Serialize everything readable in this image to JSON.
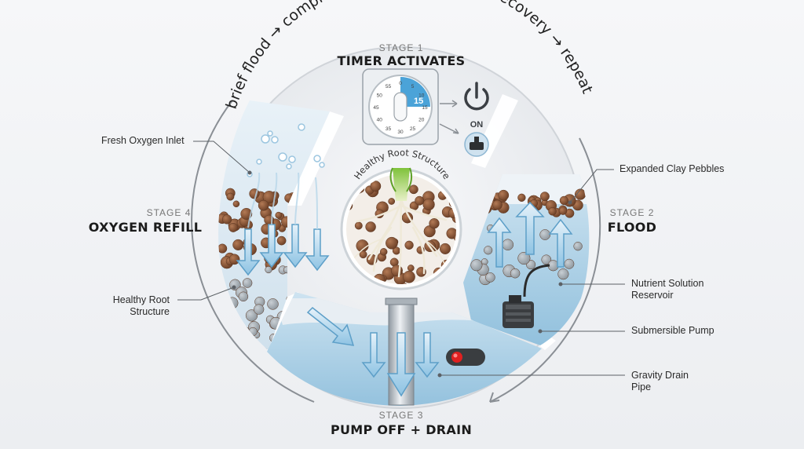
{
  "cycle": {
    "step1": "brief flood",
    "step2": "complete drainage",
    "step3": "oxygen recovery",
    "step4": "repeat"
  },
  "stages": {
    "s1": {
      "num": "STAGE 1",
      "title": "TIMER ACTIVATES"
    },
    "s2": {
      "num": "STAGE 2",
      "title": "FLOOD"
    },
    "s3": {
      "num": "STAGE 3",
      "title": "PUMP OFF + DRAIN"
    },
    "s4": {
      "num": "STAGE 4",
      "title": "OXYGEN REFILL"
    }
  },
  "timer": {
    "value": "15",
    "state": "ON",
    "ticks": [
      "0",
      "5",
      "10",
      "15",
      "20",
      "25",
      "30",
      "35",
      "40",
      "45",
      "50",
      "55"
    ]
  },
  "center": {
    "title": "Healthy Root Structure"
  },
  "labels": {
    "fresh_oxygen": "Fresh Oxygen Inlet",
    "healthy_root_l1": "Healthy Root",
    "healthy_root_l2": "Structure",
    "expanded_clay": "Expanded Clay Pebbles",
    "nutrient_l1": "Nutrient Solution",
    "nutrient_l2": "Reservoir",
    "pump": "Submersible Pump",
    "drain_l1": "Gravity Drain",
    "drain_l2": "Pipe"
  },
  "colors": {
    "water": "#a9cfe6",
    "pebble": "#8b5a3c",
    "indicator": "#e02020",
    "timer_accent": "#4ba3d8"
  }
}
